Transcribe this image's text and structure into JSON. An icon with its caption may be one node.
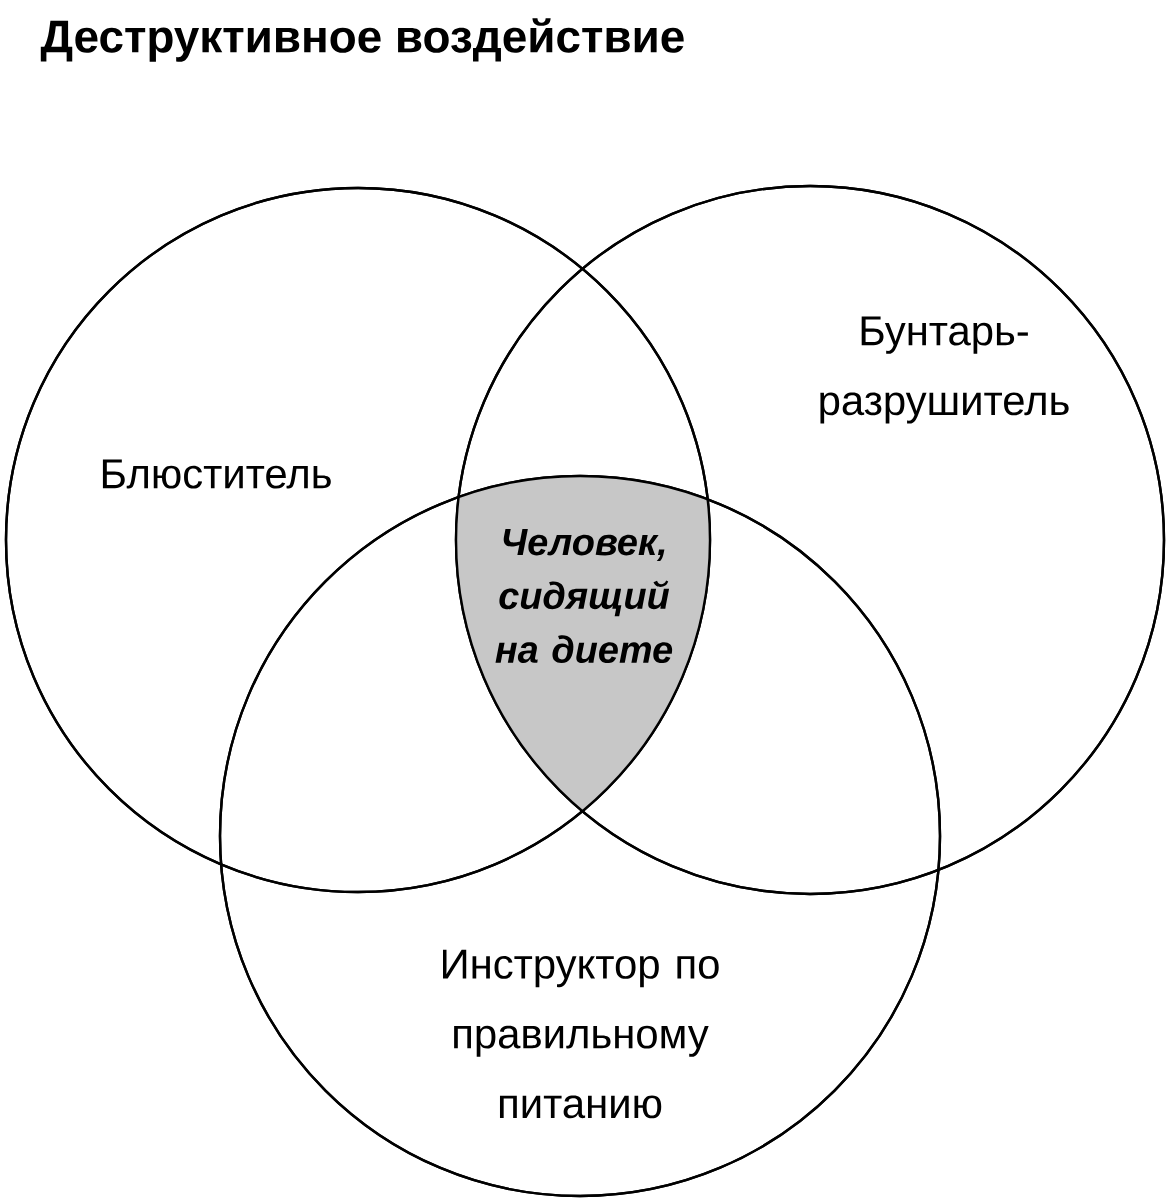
{
  "diagram": {
    "title": "Деструктивное воздействие",
    "nodes": [
      {
        "text": [
          "Блюститель"
        ]
      },
      {
        "text": [
          "Бунтарь-разрушитель"
        ]
      },
      {
        "text": [
          "Инструктор по правильному питанию"
        ]
      },
      {
        "text": [
          "Человек, сидящий на диете"
        ]
      }
    ],
    "edges": []
  }
}
